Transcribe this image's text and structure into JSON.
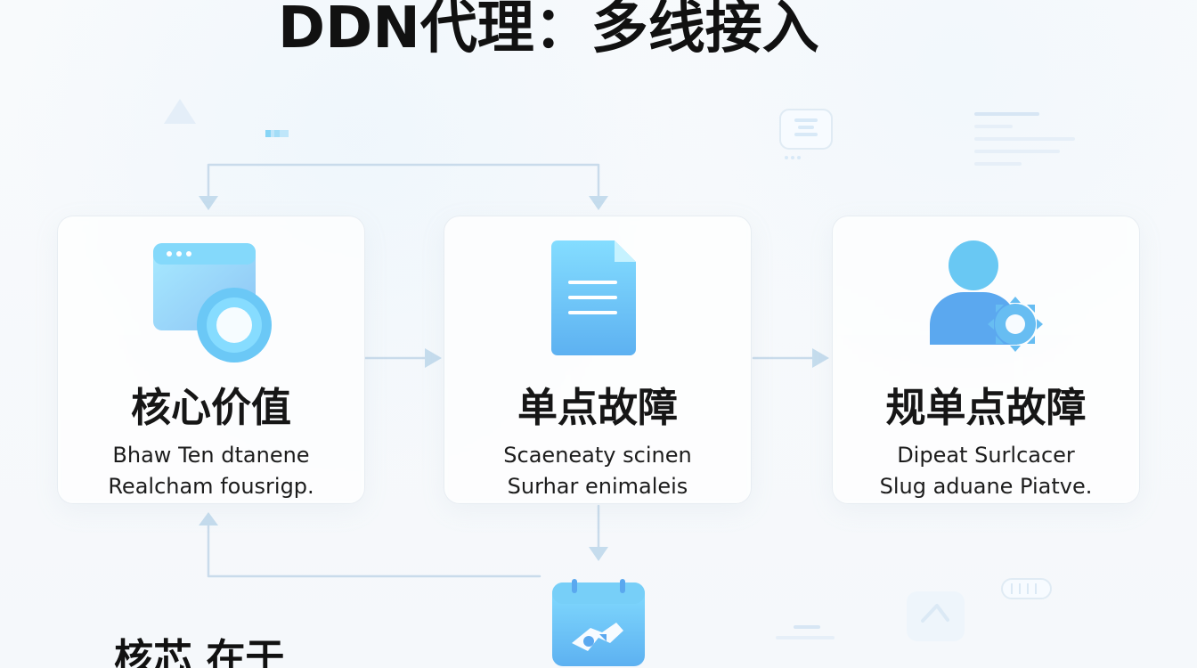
{
  "title": "DDN代理：多线接入",
  "bottom_text": "核芯 在于",
  "cards": [
    {
      "title": "核心价值",
      "lines": [
        "Bhaw Ten dtanene",
        "Realcham fousrigp."
      ],
      "icon": "browser-ring-icon"
    },
    {
      "title": "单点故障",
      "lines": [
        "Scaeneaty scinen",
        "Surhar enimaleis"
      ],
      "icon": "document-icon"
    },
    {
      "title": "规单点故障",
      "lines": [
        "Dipeat Surlcacer",
        "Slug aduane Piatve."
      ],
      "icon": "user-gear-icon"
    }
  ],
  "bottom_icon": "calendar-bird-icon",
  "colors": {
    "accent": "#5cc8f2",
    "accent_dark": "#5aa8ef",
    "connector": "#c9dbeb",
    "text": "#161616"
  }
}
